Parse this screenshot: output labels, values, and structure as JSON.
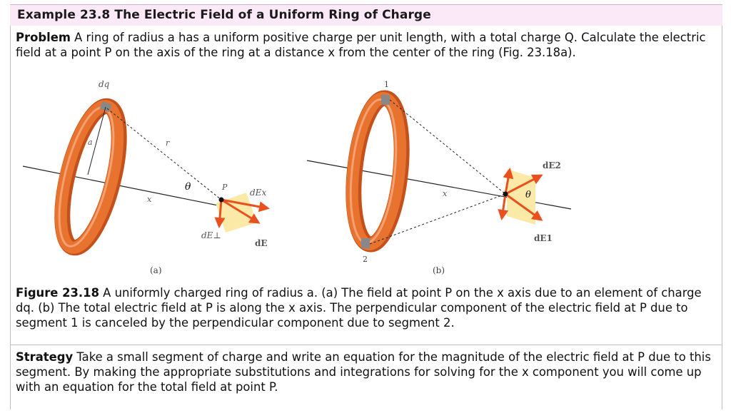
{
  "title": "Example 23.8 The Electric Field of a Uniform Ring of Charge",
  "problem": {
    "label": "Problem",
    "text": " A ring of radius a has a uniform positive charge per unit length, with a total charge Q. Calculate the electric field at a point P on the axis of the ring at a distance x from the center of the ring (Fig. 23.18a)."
  },
  "figure": {
    "a": {
      "dq": "dq",
      "a": "a",
      "r": "r",
      "theta": "θ",
      "P": "P",
      "x": "x",
      "dEx": "dEx",
      "dEperp": "dE⊥",
      "dE": "dE",
      "sublabel": "(a)"
    },
    "b": {
      "one": "1",
      "two": "2",
      "x": "x",
      "theta": "θ",
      "dE2": "dE2",
      "dE1": "dE1",
      "sublabel": "(b)"
    },
    "colors": {
      "ring": "#e8732e",
      "ring_dark": "#c4501b",
      "arrow": "#e9501e",
      "field_box": "#fbe9a8"
    }
  },
  "caption": {
    "label": "Figure 23.18",
    "text": " A uniformly charged ring of radius a. (a) The field at point P on the x axis due to an element of charge dq. (b) The total electric field at P is along the x axis. The perpendicular component of the electric field at P due to segment 1 is canceled by the perpendicular component due to segment 2."
  },
  "strategy": {
    "label": "Strategy",
    "text": " Take a small segment of charge and write an equation for the magnitude of the electric field at P due to this segment. By making the appropriate substitutions and integrations for solving for the x component you will come up with an equation for the total field at point P."
  }
}
